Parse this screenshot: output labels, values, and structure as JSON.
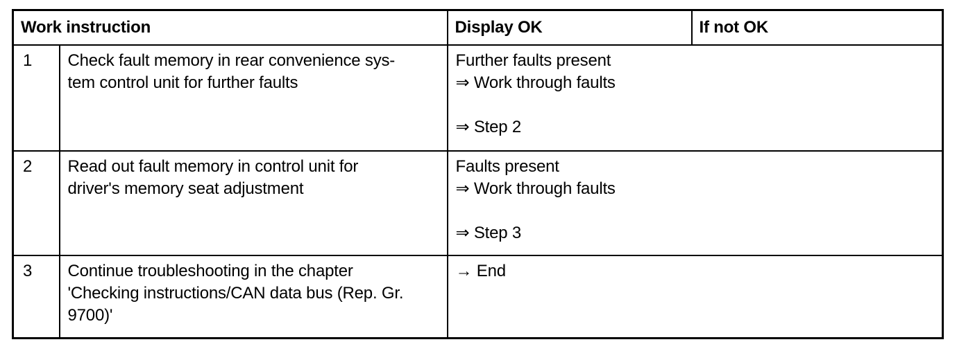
{
  "table": {
    "border_color": "#000000",
    "background_color": "#ffffff",
    "headers": {
      "work_instruction": "Work instruction",
      "display_ok": "Display OK",
      "if_not_ok": "If not OK"
    },
    "rows": [
      {
        "step": "1",
        "instruction": "Check fault memory in rear convenience sys-\ntem control unit for further faults",
        "display_ok": "Further faults present\n⇒ Work through faults\n\n⇒ Step 2"
      },
      {
        "step": "2",
        "instruction": "Read out fault memory in control unit for\ndriver's memory seat adjustment",
        "display_ok": "Faults present\n⇒ Work through faults\n\n⇒ Step 3"
      },
      {
        "step": "3",
        "instruction": "Continue troubleshooting in the chapter\n'Checking instructions/CAN data bus (Rep. Gr.\n9700)'",
        "display_ok": "→ End"
      }
    ]
  }
}
